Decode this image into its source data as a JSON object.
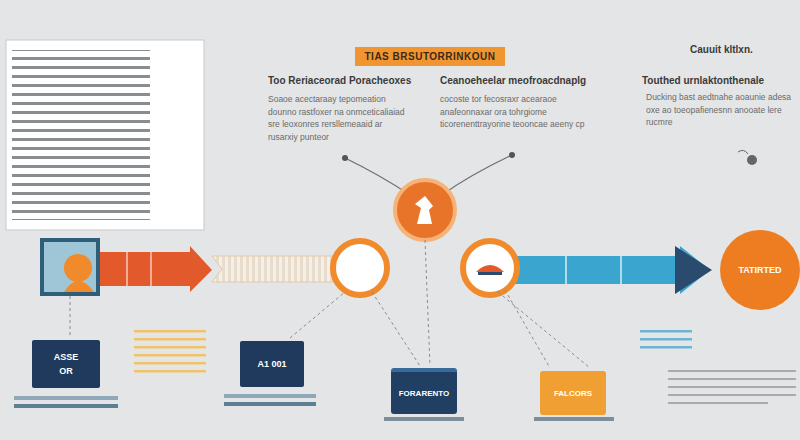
{
  "diagram": {
    "title": "TIAS BRSUTORRINKOUN",
    "nodes": [
      {
        "text": [
          "TATIRTED"
        ]
      },
      {
        "text": [
          "ASSE OR"
        ]
      },
      {
        "text": [
          "A1 001"
        ]
      },
      {
        "text": [
          "FORARENTO"
        ]
      },
      {
        "text": [
          "FALCORS"
        ]
      }
    ],
    "labels": [
      "Cauuit kltlxn.",
      "Too Reriaceorad Poracheoxes",
      "Soaoe acectaraay tepomeation dounno rastfoxer na onmceticaliaiad sre leoxonres rersllemeaaid ar rusarxiy punteor",
      "Ceanoeheelar meofroacdnaplg",
      "cocoste tor fecosraxr acearaoe anafeonnaxar ora tohrgiome ticorenenttrayorine teooncae aeeny cp",
      "Touthed urnlaktonthenale",
      "Ducking bast aedtnahe aoaunie adesa oxe ao toeopafienesnn anooate lere rucmre"
    ]
  }
}
